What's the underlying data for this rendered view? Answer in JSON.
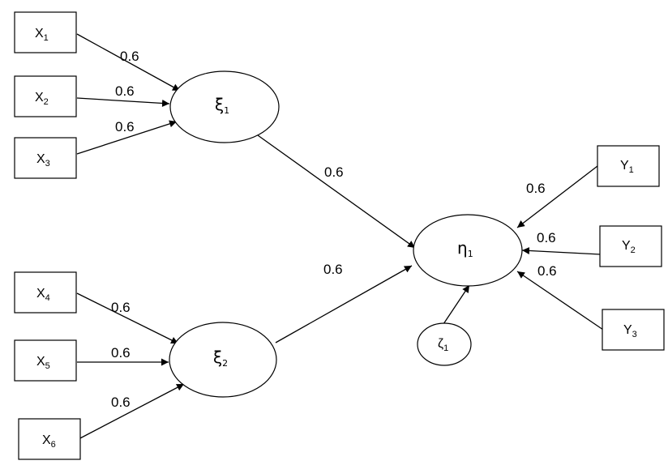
{
  "indicators": {
    "x1": {
      "base": "X",
      "sub": "1"
    },
    "x2": {
      "base": "X",
      "sub": "2"
    },
    "x3": {
      "base": "X",
      "sub": "3"
    },
    "x4": {
      "base": "X",
      "sub": "4"
    },
    "x5": {
      "base": "X",
      "sub": "5"
    },
    "x6": {
      "base": "X",
      "sub": "6"
    },
    "y1": {
      "base": "Y",
      "sub": "1"
    },
    "y2": {
      "base": "Y",
      "sub": "2"
    },
    "y3": {
      "base": "Y",
      "sub": "3"
    }
  },
  "latents": {
    "xi1": {
      "base": "ξ",
      "sub": "1"
    },
    "xi2": {
      "base": "ξ",
      "sub": "2"
    },
    "eta1": {
      "base": "η",
      "sub": "1"
    },
    "zeta1": {
      "base": "ζ",
      "sub": "1"
    }
  },
  "paths": {
    "x1_xi1": "0.6",
    "x2_xi1": "0.6",
    "x3_xi1": "0.6",
    "x4_xi2": "0.6",
    "x5_xi2": "0.6",
    "x6_xi2": "0.6",
    "xi1_eta1": "0.6",
    "xi2_eta1": "0.6",
    "y1_eta1": "0.6",
    "y2_eta1": "0.6",
    "y3_eta1": "0.6"
  }
}
